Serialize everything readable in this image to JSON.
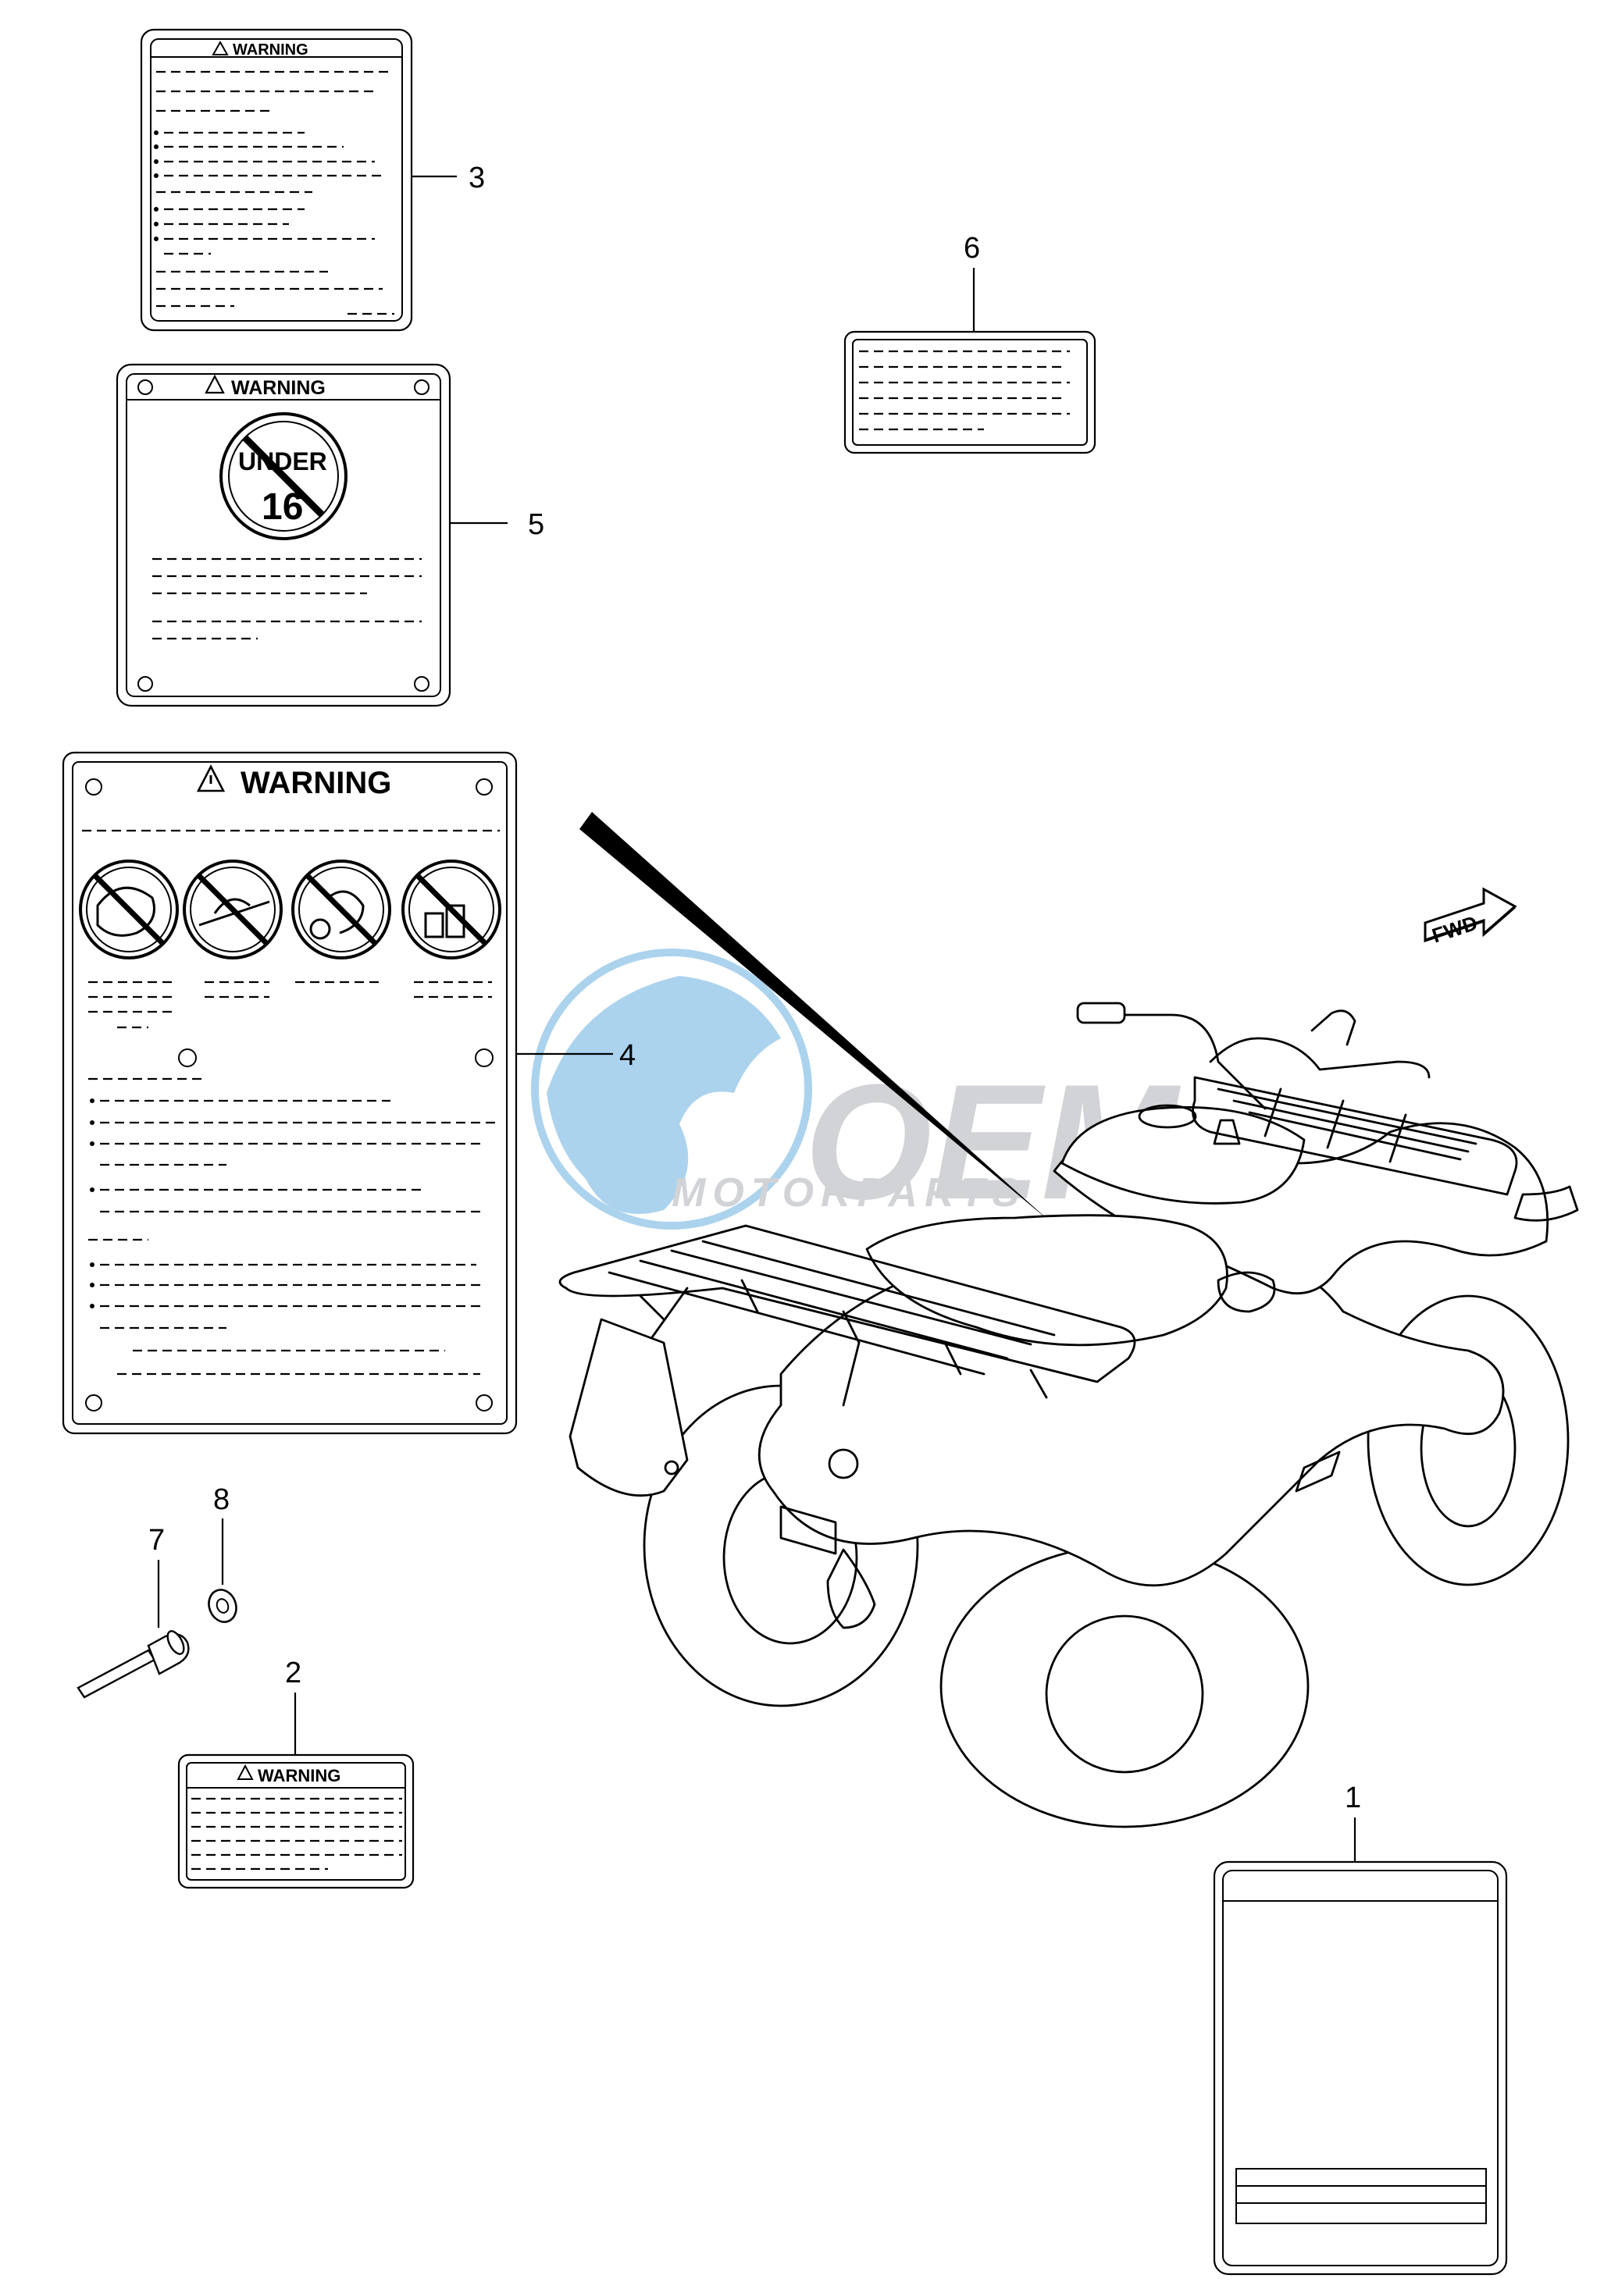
{
  "callouts": [
    "1",
    "2",
    "3",
    "4",
    "5",
    "6",
    "7",
    "8"
  ],
  "labels": {
    "warning_small": "WARNING",
    "warning_mid": "WARNING",
    "warning_large": "WARNING",
    "warning_tiny": "WARNING",
    "under_text": "UNDER",
    "age_number": "16",
    "fwd": "FWD"
  },
  "watermark": {
    "brand": "OEM",
    "tagline": "MOTORPARTS",
    "color_globe": "#4a9fd8",
    "color_text": "#9aa0a6"
  },
  "colors": {
    "line": "#000000",
    "background": "#ffffff"
  }
}
